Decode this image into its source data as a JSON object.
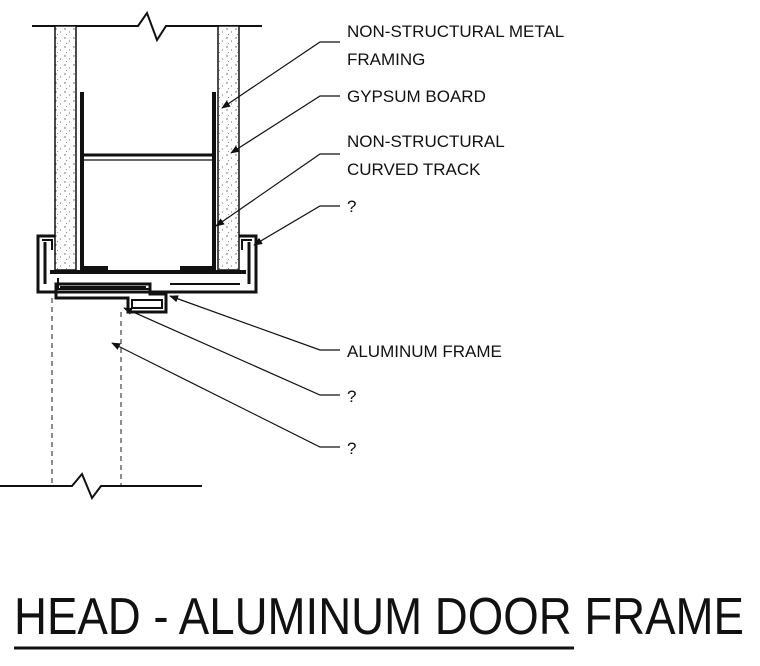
{
  "title": "HEAD - ALUMINUM DOOR FRAME",
  "labels": [
    {
      "lines": [
        "NON-STRUCTURAL METAL",
        "FRAMING"
      ]
    },
    {
      "lines": [
        "GYPSUM BOARD"
      ]
    },
    {
      "lines": [
        "NON-STRUCTURAL",
        "CURVED TRACK"
      ]
    },
    {
      "lines": [
        "?"
      ]
    },
    {
      "lines": [
        "ALUMINUM FRAME"
      ]
    },
    {
      "lines": [
        "?"
      ]
    },
    {
      "lines": [
        "?"
      ]
    }
  ]
}
